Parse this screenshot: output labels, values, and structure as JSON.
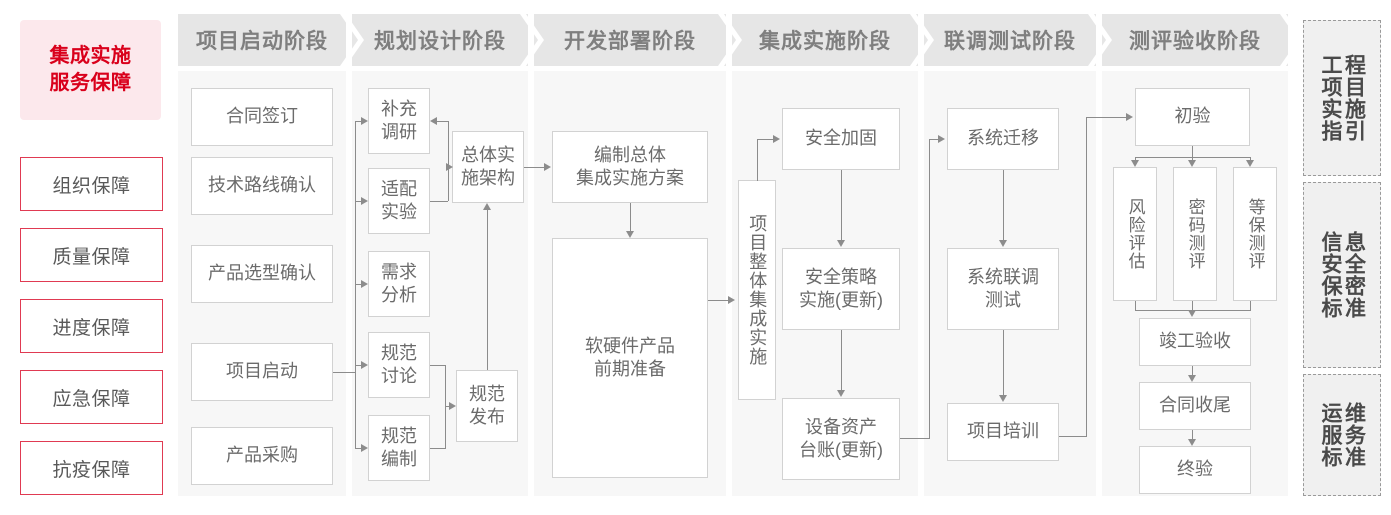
{
  "left_rail": {
    "title": "集成实施\n服务保障",
    "title_line1": "集成实施",
    "title_line2": "服务保障",
    "accent_color": "#d9001b",
    "background_color": "#fce8ec",
    "border_color": "#e03a52",
    "items": [
      {
        "label": "组织保障"
      },
      {
        "label": "质量保障"
      },
      {
        "label": "进度保障"
      },
      {
        "label": "应急保障"
      },
      {
        "label": "抗疫保障"
      }
    ]
  },
  "phases": [
    {
      "id": "startup",
      "title": "项目启动阶段"
    },
    {
      "id": "planning",
      "title": "规划设计阶段"
    },
    {
      "id": "develop",
      "title": "开发部署阶段"
    },
    {
      "id": "integrate",
      "title": "集成实施阶段"
    },
    {
      "id": "jointtest",
      "title": "联调测试阶段"
    },
    {
      "id": "acceptance",
      "title": "测评验收阶段"
    }
  ],
  "nodes": {
    "startup": [
      {
        "label": "合同签订"
      },
      {
        "label": "技术路线确认"
      },
      {
        "label": "产品选型确认"
      },
      {
        "label": "项目启动"
      },
      {
        "label": "产品采购"
      }
    ],
    "planning": [
      {
        "label": "补充\n调研",
        "line1": "补充",
        "line2": "调研"
      },
      {
        "label": "适配\n实验",
        "line1": "适配",
        "line2": "实验"
      },
      {
        "label": "需求\n分析",
        "line1": "需求",
        "line2": "分析"
      },
      {
        "label": "规范\n讨论",
        "line1": "规范",
        "line2": "讨论"
      },
      {
        "label": "规范\n编制",
        "line1": "规范",
        "line2": "编制"
      },
      {
        "label": "总体实\n施架构",
        "line1": "总体实",
        "line2": "施架构"
      },
      {
        "label": "规范\n发布",
        "line1": "规范",
        "line2": "发布"
      }
    ],
    "develop": [
      {
        "label": "编制总体\n集成实施方案",
        "line1": "编制总体",
        "line2": "集成实施方案"
      },
      {
        "label": "软硬件产品\n前期准备",
        "line1": "软硬件产品",
        "line2": "前期准备"
      }
    ],
    "integrate": [
      {
        "label": "项目整体集成实施",
        "vertical": true
      },
      {
        "label": "安全加固"
      },
      {
        "label": "安全策略\n实施(更新)",
        "line1": "安全策略",
        "line2": "实施(更新)"
      },
      {
        "label": "设备资产\n台账(更新)",
        "line1": "设备资产",
        "line2": "台账(更新)"
      }
    ],
    "jointtest": [
      {
        "label": "系统迁移"
      },
      {
        "label": "系统联调\n测试",
        "line1": "系统联调",
        "line2": "测试"
      },
      {
        "label": "项目培训"
      }
    ],
    "acceptance": [
      {
        "label": "初验"
      },
      {
        "label": "风险评估",
        "vertical": true
      },
      {
        "label": "密码测评",
        "vertical": true
      },
      {
        "label": "等保测评",
        "vertical": true
      },
      {
        "label": "竣工验收"
      },
      {
        "label": "合同收尾"
      },
      {
        "label": "终验"
      }
    ]
  },
  "right_rail": {
    "items": [
      {
        "label": "工程项目实施指引",
        "col1": "程目施引",
        "col2": "工项实指"
      },
      {
        "label": "信息安全保密标准",
        "col1": "息全密准",
        "col2": "信安保标"
      },
      {
        "label": "运维服务标准",
        "col1": "维务准",
        "col2": "运服标"
      }
    ]
  }
}
